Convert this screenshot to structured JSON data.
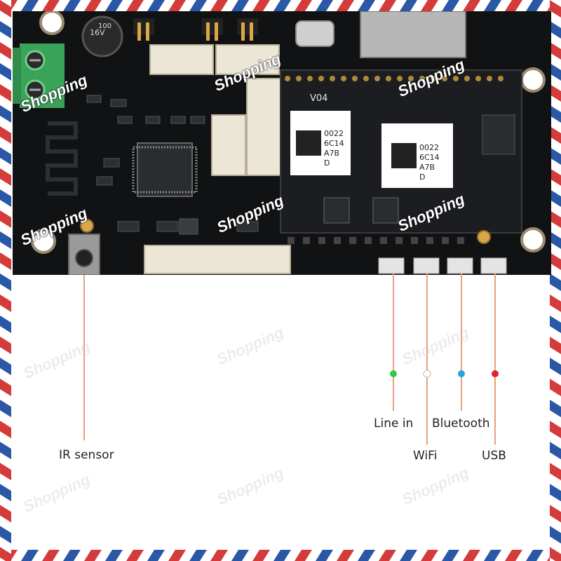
{
  "callouts": {
    "ir_sensor": "IR sensor",
    "line_in": "Line in",
    "wifi": "WiFi",
    "bluetooth": "Bluetooth",
    "usb": "USB"
  },
  "watermark": "Shopping",
  "board_text": {
    "module_version": "V04",
    "qr_codes": [
      "0022\n6C14\nA7B\nD",
      "0022\n6C14\nA7B\nD"
    ],
    "capacitor_label": "16V",
    "capacitor_value": "100"
  },
  "colors": {
    "pcb": "#111214",
    "module": "#1b1d20",
    "silk": "#e9e9e9",
    "terminal": "#3aa35a",
    "connector": "#ece6d6",
    "line_in_led": "#2ecc40",
    "wifi_led": "#ffffff",
    "bluetooth_led": "#1ea7e8",
    "usb_led": "#e0242c",
    "leader_line": "#e8a07a",
    "stripe_red": "#d43b3b",
    "stripe_blue": "#2a57a6"
  }
}
